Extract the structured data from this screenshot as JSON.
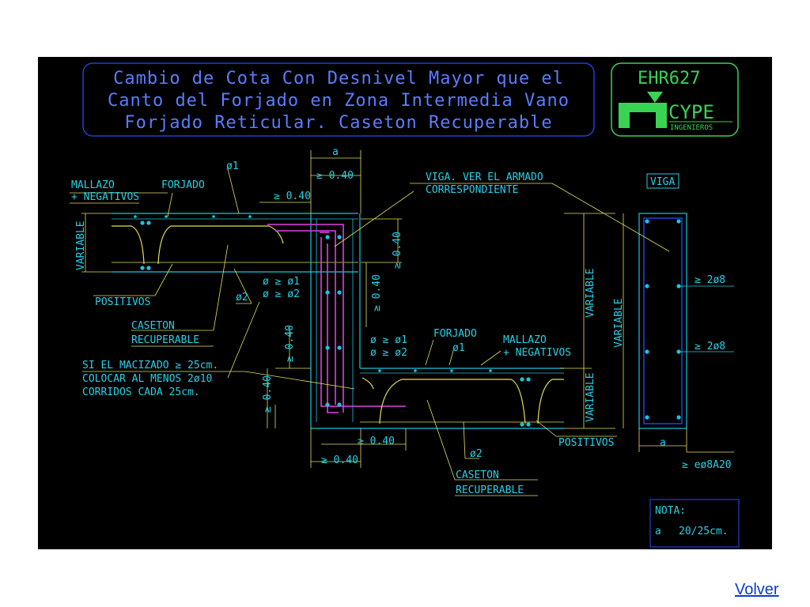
{
  "title": {
    "line1": "Cambio de Cota Con Desnivel Mayor que el",
    "line2": "Canto del Forjado en Zona Intermedia Vano",
    "line3": "Forjado Reticular. Caseton Recuperable"
  },
  "logo": {
    "code": "EHR627",
    "brand": "CYPE",
    "sub": "INGENIEROS"
  },
  "labels": {
    "mallazo": "MALLAZO",
    "negativos": "+ NEGATIVOS",
    "forjado": "FORJADO",
    "phi1": "ø1",
    "phi2": "ø2",
    "a": "a",
    "ge040": "≥ 0.40",
    "viga_ref_1": "VIGA. VER EL ARMADO",
    "viga_ref_2": "CORRESPONDIENTE",
    "viga": "VIGA",
    "variable": "VARIABLE",
    "positivos": "POSITIVOS",
    "phi_ge_phi1": "ø ≥ ø1",
    "phi_ge_phi2": "ø ≥ ø2",
    "caseton": "CASETON",
    "recuperable": "RECUPERABLE",
    "note1": "SI EL MACIZADO ≥ 25cm.",
    "note2": "COLOCAR AL MENOS 2ø10",
    "note3": "CORRIDOS CADA 25cm.",
    "ge_2phi8": "≥ 2ø8",
    "stirrups": "≥ eø8A20",
    "nota": "NOTA:",
    "nota_line_key": "a",
    "nota_line_val": "20/25cm."
  },
  "footer": {
    "volver": "Volver"
  },
  "colors": {
    "background": "#000000",
    "title_border": "#1f3fd8",
    "title_text": "#5b7cff",
    "logo_green": "#39d353",
    "text_cyan": "#27d0e6",
    "dims_yellow": "#e6e05a",
    "rebar_magenta": "#e23fe2",
    "concrete_cyan": "#18c6e0",
    "caseton_yellow": "#e6e05a",
    "link_blue": "#0b3bd6"
  }
}
